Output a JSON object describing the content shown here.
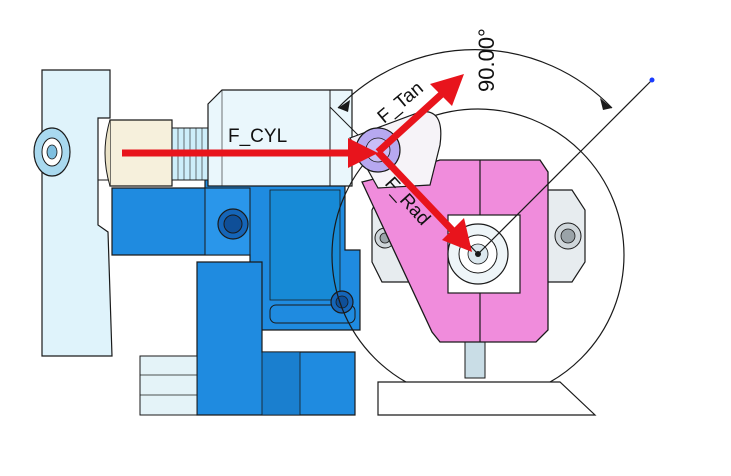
{
  "labels": {
    "cylinder_force": "F_CYL",
    "tangential_force": "F_Tan",
    "radial_force": "F_Rad",
    "angle": "90.00°"
  },
  "colors": {
    "force_arrow": "#e8141c",
    "cylinder_body_blue": "#1f8be0",
    "base_block": "#dff3fb",
    "lever": "#f08cdc",
    "pin": "#b7a8f0",
    "outline": "#1a1a1a"
  }
}
